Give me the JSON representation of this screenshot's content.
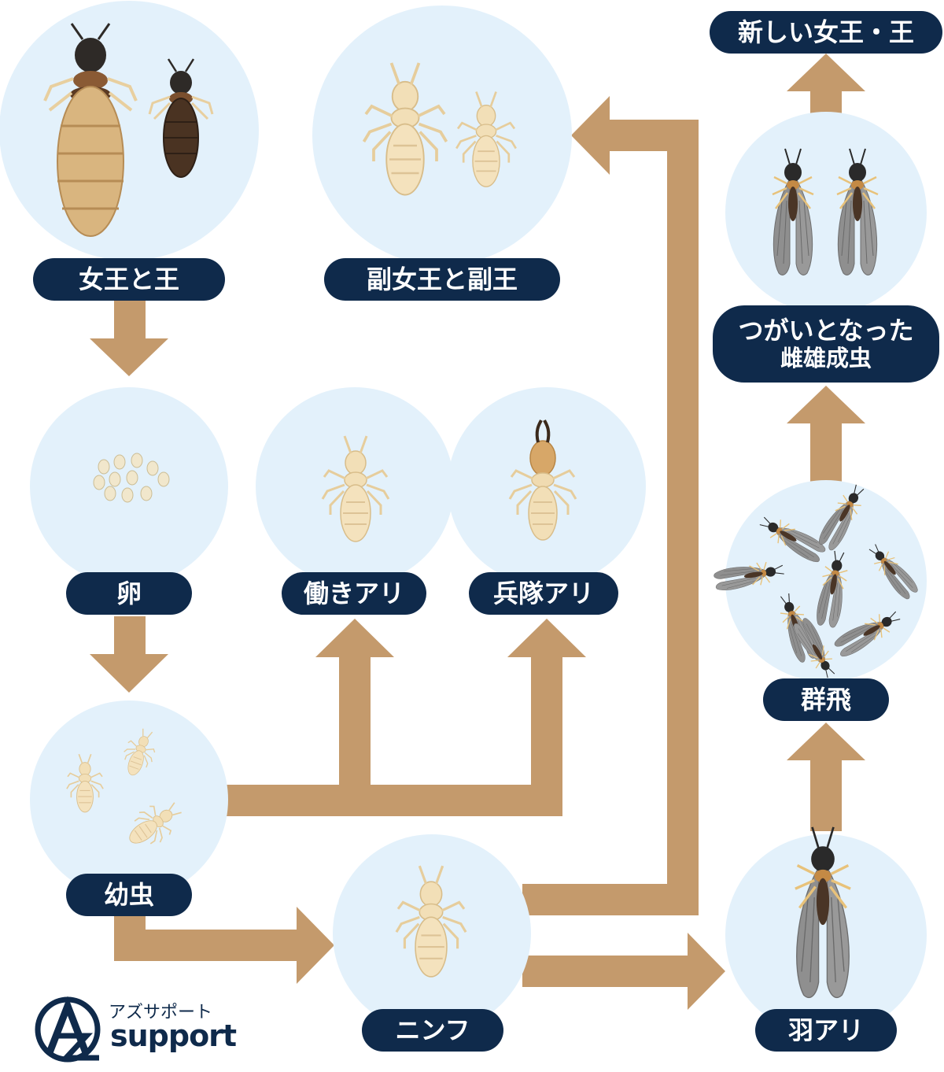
{
  "nodes": {
    "queen_king": "女王と王",
    "sub_queen_king": "副女王と副王",
    "new_queen_king": "新しい女王・王",
    "paired_line1": "つがいとなった",
    "paired_line2": "雌雄成虫",
    "egg": "卵",
    "worker": "働きアリ",
    "soldier": "兵隊アリ",
    "swarm": "群飛",
    "larva": "幼虫",
    "nymph": "ニンフ",
    "alate": "羽アリ"
  },
  "logo": {
    "kana": "アズサポート",
    "word": "support"
  },
  "colors": {
    "arrow": "#c49a6c",
    "circle": "#e3f1fb",
    "label_bg": "#0f2a4b",
    "label_text": "#ffffff",
    "pale_termite": "#efd9ae",
    "alate_wing": "#8f8f8f",
    "dark_termite": "#3a2a1e"
  },
  "icons": [
    "queen-termite-icon",
    "king-termite-icon",
    "egg-icon",
    "worker-termite-icon",
    "soldier-termite-icon",
    "alate-termite-icon",
    "az-logo-icon"
  ]
}
